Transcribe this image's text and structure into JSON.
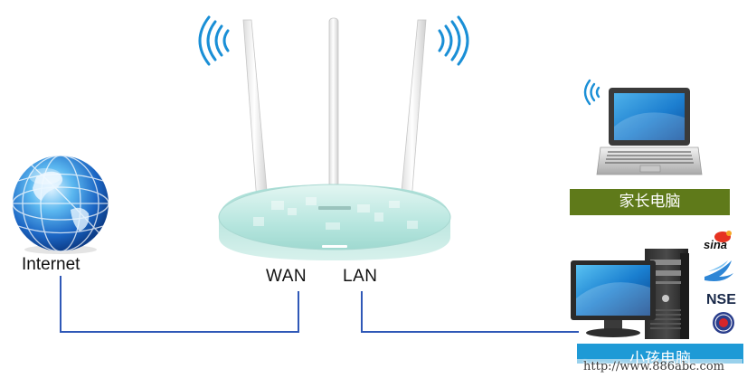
{
  "labels": {
    "internet": "Internet",
    "wan": "WAN",
    "lan": "LAN",
    "parent_pc": "家长电脑",
    "child_pc": "小孩电脑"
  },
  "badges": {
    "sina": "sina",
    "nse": "NSE"
  },
  "watermark": "http://www.886abc.com",
  "icons": {
    "globe": "globe-icon",
    "router": "wireless-router-icon",
    "laptop": "laptop-icon",
    "desktop": "desktop-pc-icon",
    "wifi": "wifi-signal-icon",
    "sina": "sina-weibo-logo",
    "bird": "blue-bird-logo",
    "nse": "nse-logo",
    "seal": "round-seal-logo"
  },
  "colors": {
    "line": "#2f58b7",
    "router_body": "#bfe9e3",
    "wifi_waves": "#1a8fd6",
    "parent_label_bg": "#5f7a1a",
    "child_label_bg": "#1e9ad6"
  }
}
